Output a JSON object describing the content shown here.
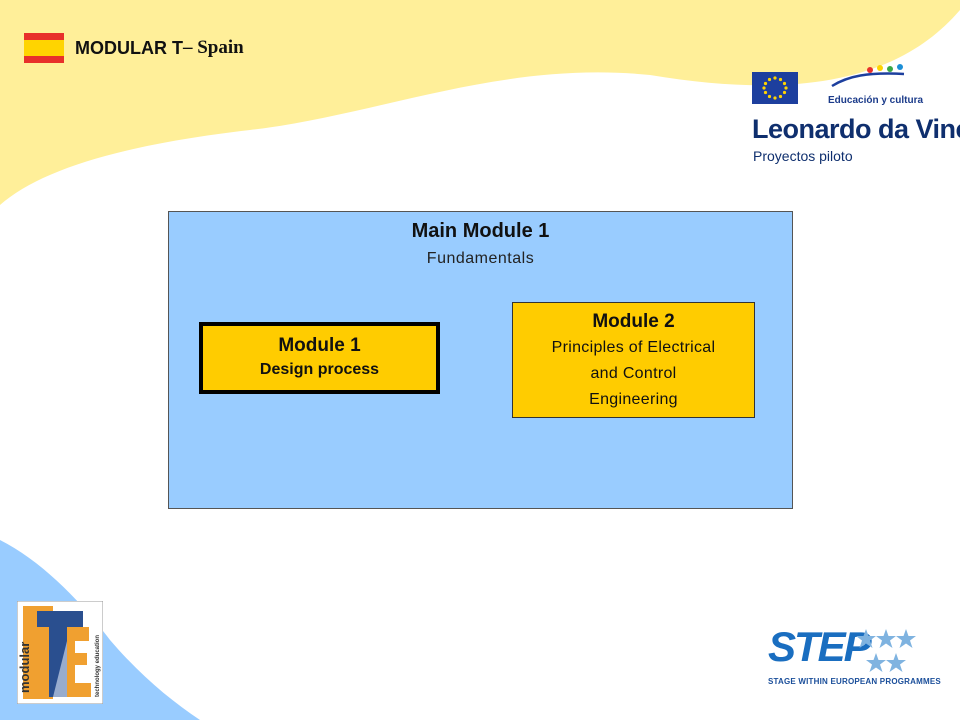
{
  "header": {
    "title": "MODULAR T",
    "country": "– Spain"
  },
  "logos": {
    "eu_programme": {
      "subtitle": "Educación y cultura",
      "name": "Leonardo da Vinci",
      "tagline": "Proyectos piloto"
    },
    "step": {
      "name": "STEP",
      "tagline": "STAGE WITHIN EUROPEAN PROGRAMMES"
    },
    "modular_te": {
      "text_modular": "modular",
      "text_subtitle": "technology education",
      "letters": "TE"
    }
  },
  "main_module": {
    "title": "Main Module 1",
    "subtitle": "Fundamentals"
  },
  "module_1": {
    "title": "Module 1",
    "subtitle": "Design process"
  },
  "module_2": {
    "title": "Module 2",
    "subtitle": "Principles of Electrical\nand Control\nEngineering"
  },
  "colors": {
    "background_top": "#ffef99",
    "background_bottom": "#99ccff",
    "main_box": "#99ccff",
    "module_box": "#ffcc00"
  }
}
